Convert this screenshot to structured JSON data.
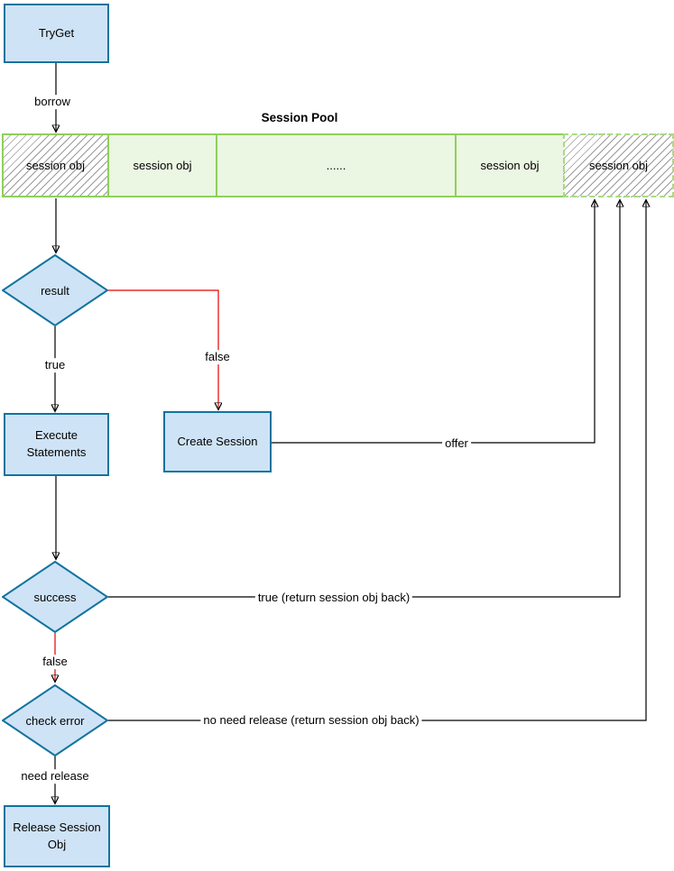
{
  "title": "Session Pool",
  "colors": {
    "node_fill": "#cfe3f6",
    "node_stroke": "#10739e",
    "pool_fill": "#ebf6e3",
    "pool_stroke": "#8fd05c",
    "pool_dashed_stroke": "#a8dc7d",
    "hatch_line": "#9a9a9a",
    "edge_black": "#000000",
    "edge_red": "#e60000"
  },
  "nodes": {
    "tryget": "TryGet",
    "result": "result",
    "execute": "Execute Statements",
    "create": "Create Session",
    "success": "success",
    "check_error": "check error",
    "release": "Release Session Obj"
  },
  "pool": {
    "title": "Session Pool",
    "cells": [
      {
        "label": "session obj",
        "style": "hatched"
      },
      {
        "label": "session obj",
        "style": "green"
      },
      {
        "label": "......",
        "style": "green"
      },
      {
        "label": "session obj",
        "style": "green"
      },
      {
        "label": "session obj",
        "style": "hatched-dashed"
      }
    ]
  },
  "edges": {
    "borrow": "borrow",
    "result_true": "true",
    "result_false": "false",
    "offer": "offer",
    "success_true": "true (return session obj back)",
    "success_false": "false",
    "no_need_release": "no need release (return session obj back)",
    "need_release": "need release"
  }
}
